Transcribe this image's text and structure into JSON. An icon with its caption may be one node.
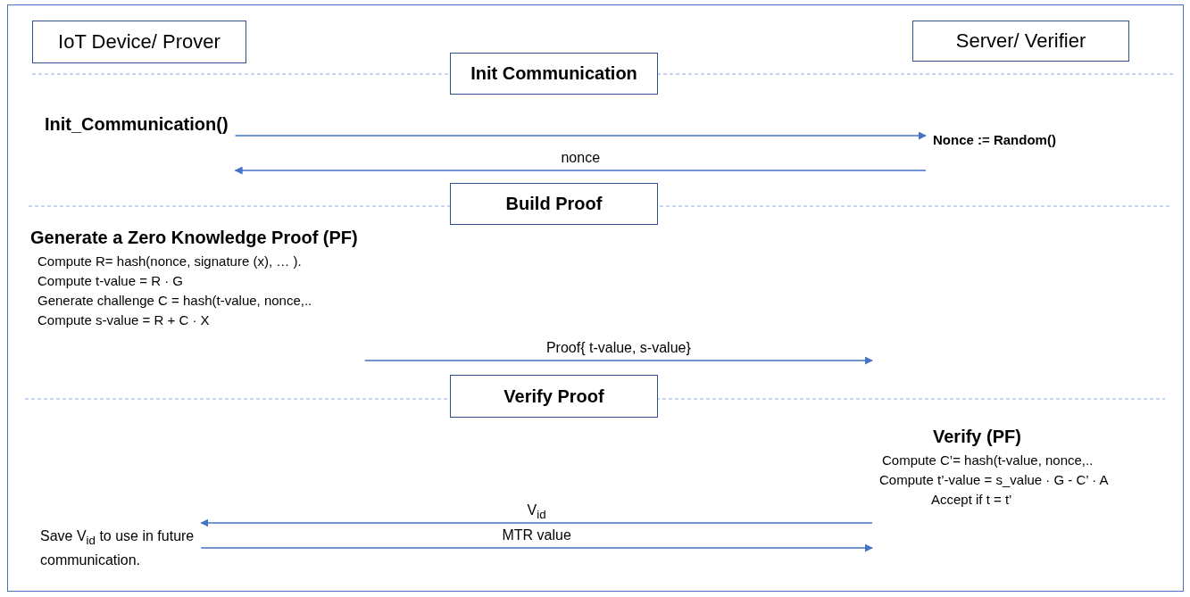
{
  "diagram": {
    "nodes": [
      {
        "text": [
          "IoT Device/ Prover"
        ]
      },
      {
        "text": [
          "Server/ Verifier"
        ]
      },
      {
        "text": [
          "Init Communication"
        ]
      },
      {
        "text": [
          "Init_Communication()"
        ]
      },
      {
        "text": [
          "Nonce := Random()"
        ]
      },
      {
        "text": [
          "Build Proof"
        ]
      },
      {
        "text": [
          "Generate a Zero Knowledge Proof (PF)",
          "Compute R= hash(nonce, signature (x), … ).",
          "Compute t-value = R · G",
          "Generate challenge C = hash(t-value, nonce,..",
          "Compute s-value =  R + C · X"
        ]
      },
      {
        "text": [
          "Verify Proof"
        ]
      },
      {
        "text": [
          "Verify (PF)",
          "Compute  C’= hash(t-value, nonce,..",
          "Compute t’-value = s_value · G - C’ · A",
          "Accept if t = t’"
        ]
      },
      {
        "text": [
          "Save V$_{id}$ to use in future communication."
        ]
      }
    ],
    "edges": [
      {
        "from": 3,
        "to": 4,
        "arrow": "to"
      },
      {
        "from": 4,
        "to": 3,
        "arrow": "to",
        "label": "nonce"
      },
      {
        "from": 6,
        "to": 8,
        "arrow": "to",
        "label": "Proof{ t-value, s-value}"
      },
      {
        "from": 8,
        "to": 9,
        "arrow": "to",
        "label": "V$_{id}$"
      },
      {
        "from": 9,
        "to": 8,
        "arrow": "to",
        "label": "MTR value"
      }
    ]
  }
}
